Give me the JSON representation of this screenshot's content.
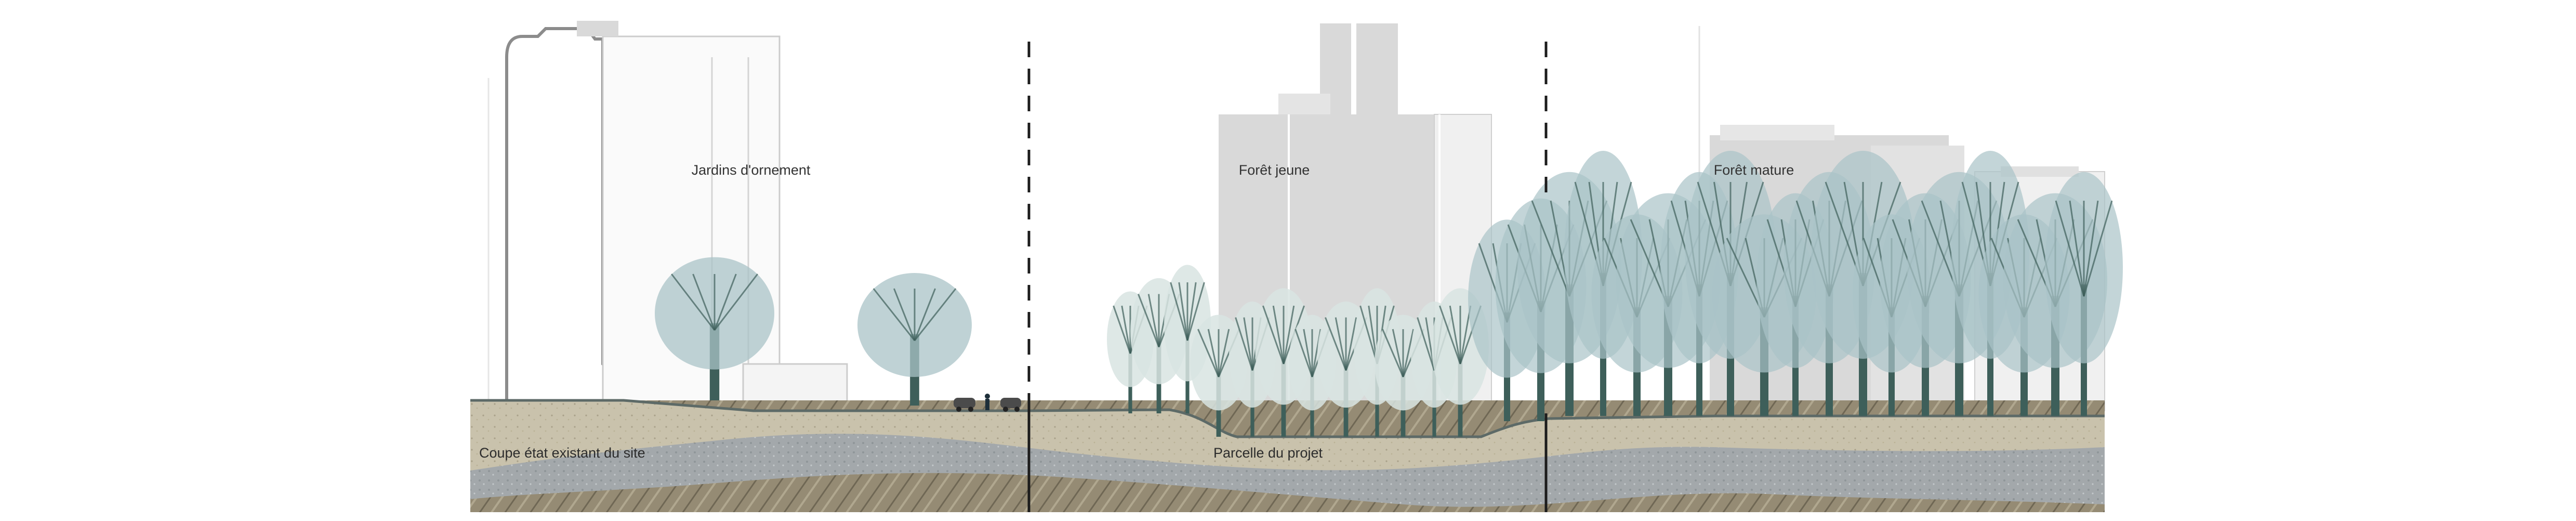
{
  "zones": [
    {
      "label": "Jardins d'ornement"
    },
    {
      "label": "Forêt jeune"
    },
    {
      "label": "Forêt mature"
    }
  ],
  "labels": {
    "existing_section": "Coupe état existant du site",
    "project_parcel": "Parcelle du projet"
  },
  "colors": {
    "topsoil": "#c9c2ac",
    "gravel_layer": "#a3a8ab",
    "bedrock": "#958b74",
    "tree_trunk": "#3e5f5a",
    "tree_canopy": "#a9c3c7",
    "young_tree_canopy": "#d8e4e2",
    "building_fill": "#d9d9d9",
    "building_outline": "#8c8c8c",
    "divider": "#1c1c1c"
  }
}
